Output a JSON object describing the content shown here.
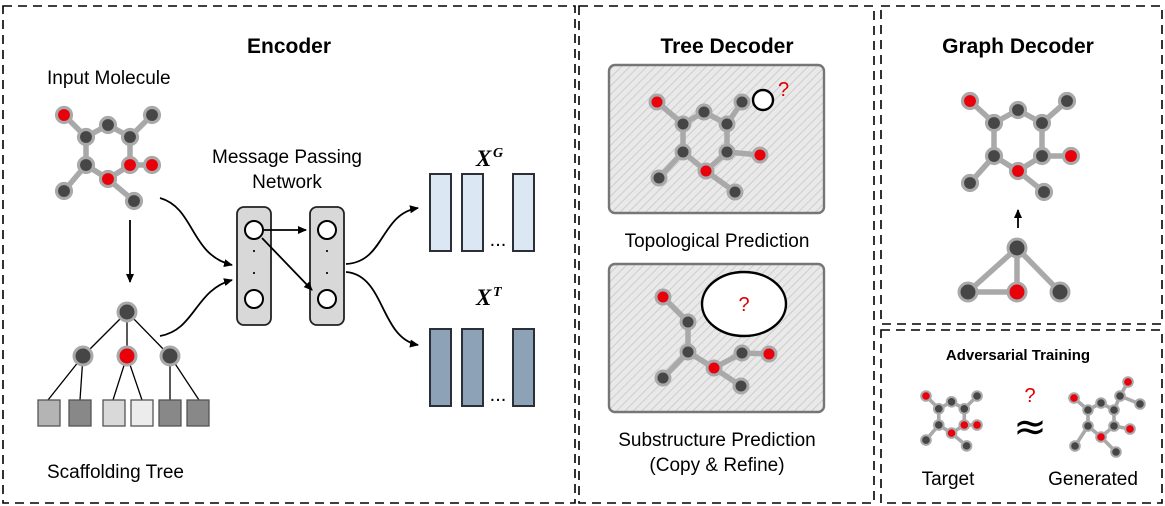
{
  "encoder": {
    "title": "Encoder",
    "input_label": "Input Molecule",
    "mpn_label_line1": "Message Passing",
    "mpn_label_line2": "Network",
    "scaffold_label": "Scaffolding Tree",
    "xg_symbol": "X",
    "xg_sup": "G",
    "xt_symbol": "X",
    "xt_sup": "T",
    "ellipsis": "...",
    "mp_dots": "·"
  },
  "tree_decoder": {
    "title": "Tree Decoder",
    "topo_label": "Topological Prediction",
    "sub_label_line1": "Substructure Prediction",
    "sub_label_line2": "(Copy & Refine)",
    "question": "?"
  },
  "graph_decoder": {
    "title": "Graph Decoder"
  },
  "adversarial": {
    "title": "Adversarial Training",
    "target_label": "Target",
    "generated_label": "Generated",
    "question": "?",
    "approx": "≈"
  },
  "colors": {
    "atom_dark": "#464646",
    "atom_red": "#e8000b",
    "atom_ring": "#a9a9a9",
    "bond": "#a9a9a9",
    "leaf_gray_dark": "#888888",
    "leaf_gray_light": "#d9d9d9",
    "col_light_blue": "#dce7f4",
    "col_dark_blue": "#8ea2b7"
  }
}
